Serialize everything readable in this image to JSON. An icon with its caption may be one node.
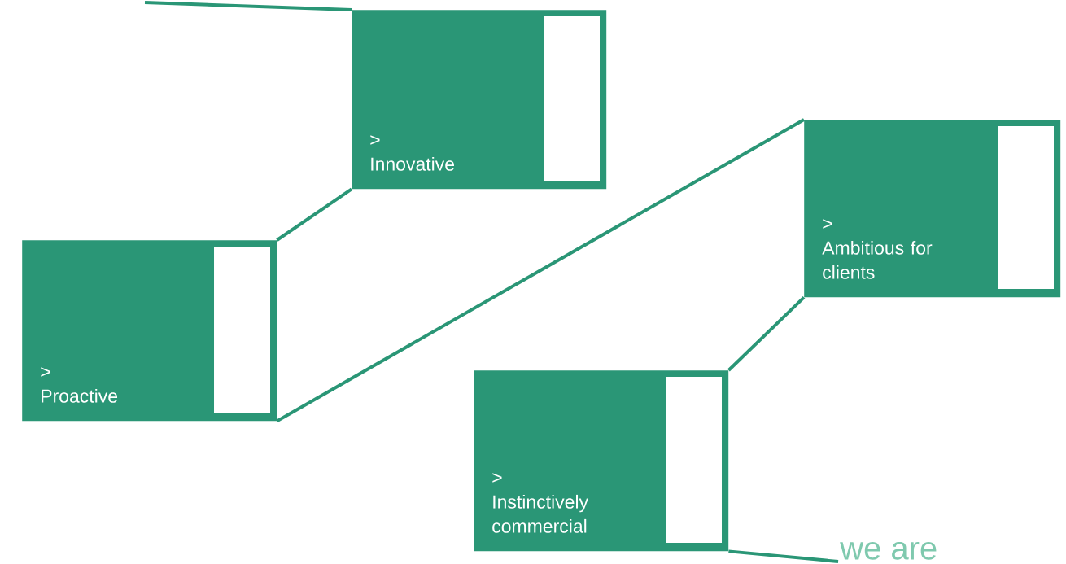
{
  "diagram": {
    "nodes": [
      {
        "text": [
          ">",
          "Innovative"
        ]
      },
      {
        "text": [
          ">",
          "Proactive"
        ]
      },
      {
        "text": [
          ">",
          "Ambitious for clients"
        ]
      },
      {
        "text": [
          ">",
          "Instinctively commercial"
        ]
      },
      {
        "text": [
          "we are"
        ]
      }
    ],
    "edges": [
      {
        "from": null,
        "to": 0,
        "arrow": "none"
      },
      {
        "from": 0,
        "to": 1,
        "arrow": "none"
      },
      {
        "from": 1,
        "to": 2,
        "arrow": "none"
      },
      {
        "from": 2,
        "to": 3,
        "arrow": "none"
      },
      {
        "from": 3,
        "to": 4,
        "arrow": "none"
      }
    ]
  }
}
